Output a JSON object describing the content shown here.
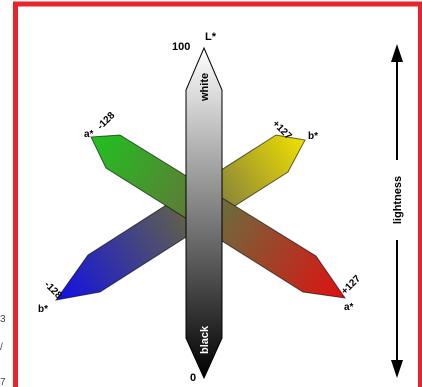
{
  "colors": {
    "frame": "#e8232a",
    "arrow": "#000000",
    "axis_l_top": "#ffffff",
    "axis_l_bottom": "#000000",
    "axis_a_negative": "#1fc21f",
    "axis_a_positive": "#e01010",
    "axis_b_negative": "#1010e6",
    "axis_b_positive": "#f0e000"
  },
  "axes": {
    "l_axis": {
      "name": "L*",
      "top_value": "100",
      "bottom_value": "0",
      "top_word": "white",
      "bottom_word": "black"
    },
    "a_axis": {
      "neg_name": "a*",
      "neg_value": "-128",
      "pos_name": "a*",
      "pos_value": "+127"
    },
    "b_axis": {
      "neg_name": "b*",
      "neg_value": "-128",
      "pos_name": "b*",
      "pos_value": "+127"
    }
  },
  "side_label": "lightness",
  "left_edge_fragments": [
    "3",
    "/",
    "7"
  ]
}
